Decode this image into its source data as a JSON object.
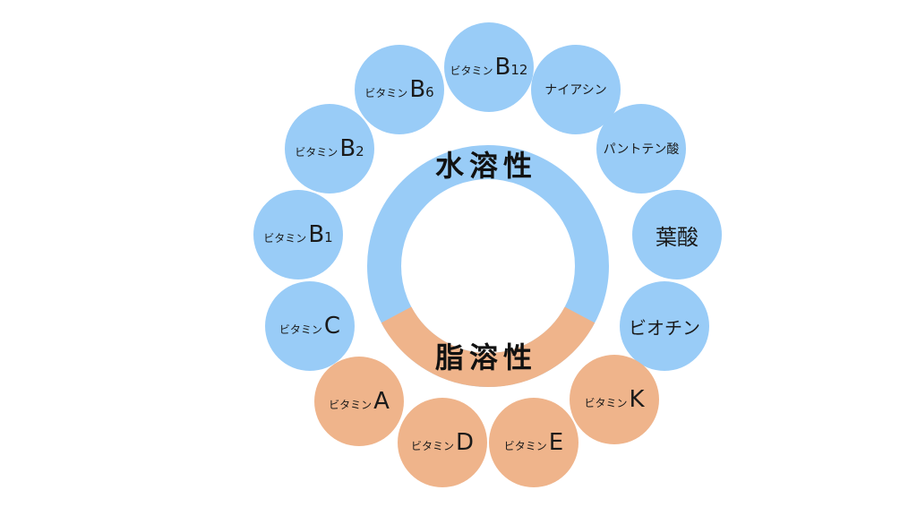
{
  "colors": {
    "water_soluble": "#99ccf7",
    "fat_soluble": "#efb48b",
    "text": "#1a1a1a"
  },
  "ring": {
    "water_label": "水溶性",
    "fat_label": "脂溶性"
  },
  "nodes": [
    {
      "group": "water",
      "prefix": "ビタミン",
      "main": "B",
      "sub": "12"
    },
    {
      "group": "water",
      "text": "ナイアシン"
    },
    {
      "group": "water",
      "text": "パントテン酸"
    },
    {
      "group": "water",
      "text": "葉酸"
    },
    {
      "group": "water",
      "text": "ビオチン"
    },
    {
      "group": "fat",
      "prefix": "ビタミン",
      "main": "K"
    },
    {
      "group": "fat",
      "prefix": "ビタミン",
      "main": "E"
    },
    {
      "group": "fat",
      "prefix": "ビタミン",
      "main": "D"
    },
    {
      "group": "fat",
      "prefix": "ビタミン",
      "main": "A"
    },
    {
      "group": "water",
      "prefix": "ビタミン",
      "main": "C"
    },
    {
      "group": "water",
      "prefix": "ビタミン",
      "main": "B",
      "sub": "1"
    },
    {
      "group": "water",
      "prefix": "ビタミン",
      "main": "B",
      "sub": "2"
    },
    {
      "group": "water",
      "prefix": "ビタミン",
      "main": "B",
      "sub": "6"
    }
  ]
}
